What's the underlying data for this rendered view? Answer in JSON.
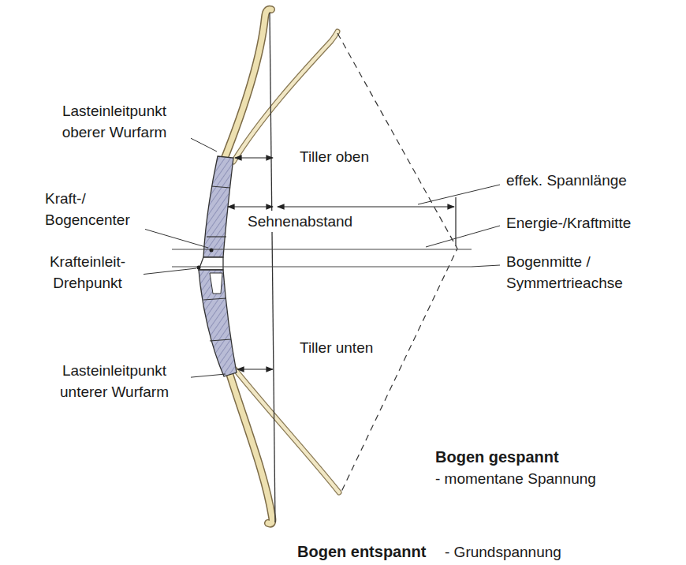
{
  "diagram": {
    "labels": [
      "Lasteinleitpunkt oberer Wurfarm",
      "Tiller oben",
      "Kraft-/ Bogencenter",
      "effek. Spannlänge",
      "Sehnenabstand",
      "Energie-/Kraftmitte",
      "Krafteinleit- Drehpunkt",
      "Bogenmitte / Symmertrieachse",
      "Tiller unten",
      "Lasteinleitpunkt unterer Wurfarm",
      "Bogen gespannt",
      "- momentane Spannung",
      "Bogen entspannt",
      "- Grundspannung"
    ]
  }
}
